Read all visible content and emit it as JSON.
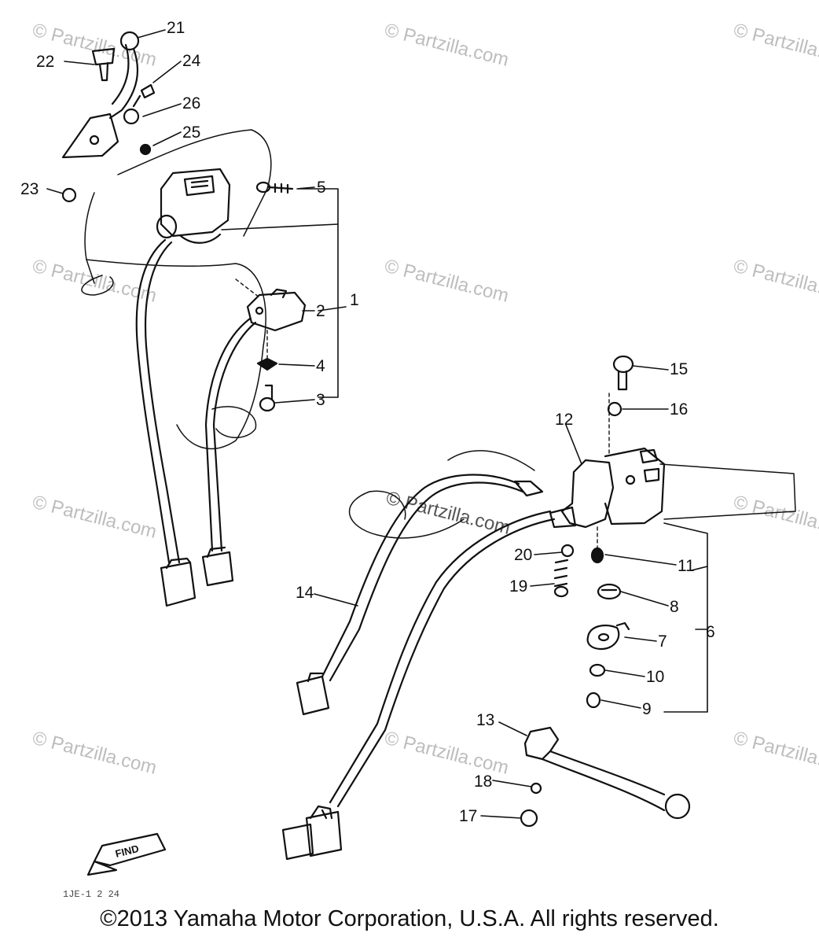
{
  "watermark": "© Partzilla.com",
  "center_watermark": "© Partzilla.com",
  "find_label": "FIND",
  "diagram_code": "1JE-1 2 24",
  "copyright": "©2013 Yamaha Motor Corporation, U.S.A. All rights reserved.",
  "callouts": {
    "c1": "1",
    "c2": "2",
    "c3": "3",
    "c4": "4",
    "c5": "5",
    "c6": "6",
    "c7": "7",
    "c8": "8",
    "c9": "9",
    "c10": "10",
    "c11": "11",
    "c12": "12",
    "c13": "13",
    "c14": "14",
    "c15": "15",
    "c16": "16",
    "c17": "17",
    "c18": "18",
    "c19": "19",
    "c20": "20",
    "c21": "21",
    "c22": "22",
    "c23": "23",
    "c24": "24",
    "c25": "25",
    "c26": "26"
  },
  "colors": {
    "line": "#111111",
    "watermark": "#bdbdbd"
  }
}
